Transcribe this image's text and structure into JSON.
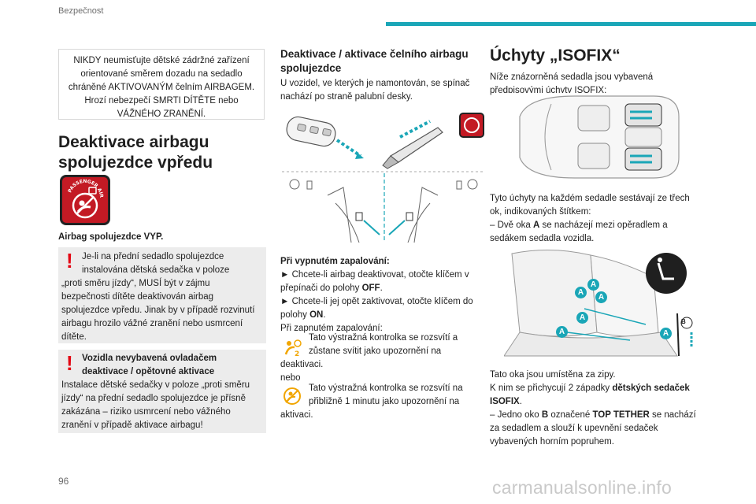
{
  "header": {
    "section": "Bezpečnost",
    "accent": "#1aa6b7"
  },
  "page_number": "96",
  "watermark": "carmanualsonline.info",
  "col1": {
    "warning_box": "NIKDY neumisťujte dětské zádržné zařízení orientované směrem dozadu na sedadlo chráněné AKTIVOVANÝM čelním AIRBAGEM. Hrozí nebezpečí SMRTI DÍTĚTE nebo VÁŽNÉHO ZRANĚNÍ.",
    "heading": "Deaktivace airbagu spolujezdce vpředu",
    "icon_label": "PASSENGER AIRBAG",
    "icon_caption": "Airbag spolujezdce VYP.",
    "note1": {
      "line1": "Je-li na přední sedadlo spolujezdce",
      "line2": "instalována dětská sedačka v poloze",
      "rest": "„proti směru jízdy“, MUSÍ být v zájmu bezpečnosti dítěte deaktivován airbag spolujezdce vpředu. Jinak by v případě rozvinutí airbagu hrozilo vážné zranění nebo usmrcení dítěte."
    },
    "note2": {
      "title1": "Vozidla nevybavená ovladačem",
      "title2": "deaktivace / opětovné aktivace",
      "body": "Instalace dětské sedačky v poloze „proti směru jízdy“ na přední sedadlo spolujezdce je přísně zakázána – riziko usmrcení nebo vážného zranění v případě aktivace airbagu!"
    }
  },
  "col2": {
    "heading": "Deaktivace / aktivace čelního airbagu spolujezdce",
    "intro": "U vozidel, ve kterých je namontován, se spínač nachází po straně palubní desky.",
    "ignition_off": "Při vypnutém zapalování:",
    "step1_pre": "► Chcete-li airbag deaktivovat, otočte klíčem v přepínači do polohy ",
    "step1_bold": "OFF",
    "step1_post": ".",
    "step2_pre": "► Chcete-li jej opět zaktivovat, otočte klíčem do polohy ",
    "step2_bold": "ON",
    "step2_post": ".",
    "ignition_on": "Při zapnutém zapalování:",
    "lamp1_a": "Tato výstražná kontrolka se rozsvítí a",
    "lamp1_b": "zůstane svítit jako upozornění na",
    "lamp1_c": "deaktivaci.",
    "or": "nebo",
    "lamp2_a": "Tato výstražná kontrolka se rozsvítí na",
    "lamp2_b": "přibližně 1 minutu jako upozornění na",
    "lamp2_c": "aktivaci."
  },
  "col3": {
    "heading": "Úchyty „ISOFIX“",
    "intro": "Níže znázorněná sedadla jsou vybavená předpisovými úchyty ISOFIX:",
    "p2_a": "Tyto úchyty na každém sedadle sestávají ze třech ok, indikovaných štítkem:",
    "p2_b_pre": "– Dvě oka ",
    "p2_b_bold": "A",
    "p2_b_post": " se nacházejí mezi opěradlem a sedákem sedadla vozidla.",
    "label_a": "A",
    "label_b": "B",
    "p3_a": "Tato oka jsou umístěna za zipy.",
    "p3_b_pre": "K nim se přichycují 2 západky ",
    "p3_b_bold": "dětských sedaček ISOFIX",
    "p3_b_post": ".",
    "p3_c_pre": "– Jedno oko ",
    "p3_c_b": "B",
    "p3_c_mid": " označené ",
    "p3_c_tt": "TOP TETHER",
    "p3_c_post": " se nachází za sedadlem a slouží k upevnění sedaček vybavených horním popruhem."
  }
}
